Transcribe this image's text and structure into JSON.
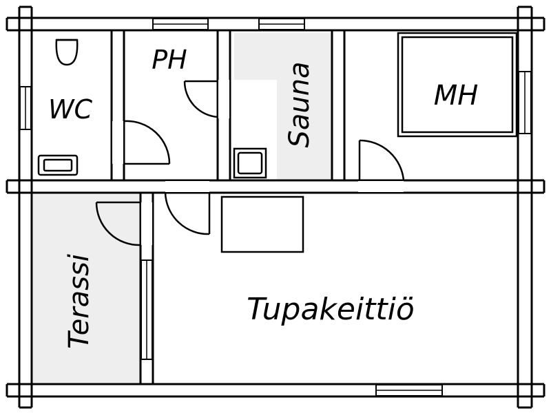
{
  "rooms": {
    "wc": "WC",
    "ph": "PH",
    "sauna": "Sauna",
    "mh": "MH",
    "terassi": "Terassi",
    "tupakeittio": "Tupakeittiö"
  },
  "colors": {
    "wall": "#000000",
    "background": "#ffffff",
    "shaded_floor": "#eeeeee"
  }
}
